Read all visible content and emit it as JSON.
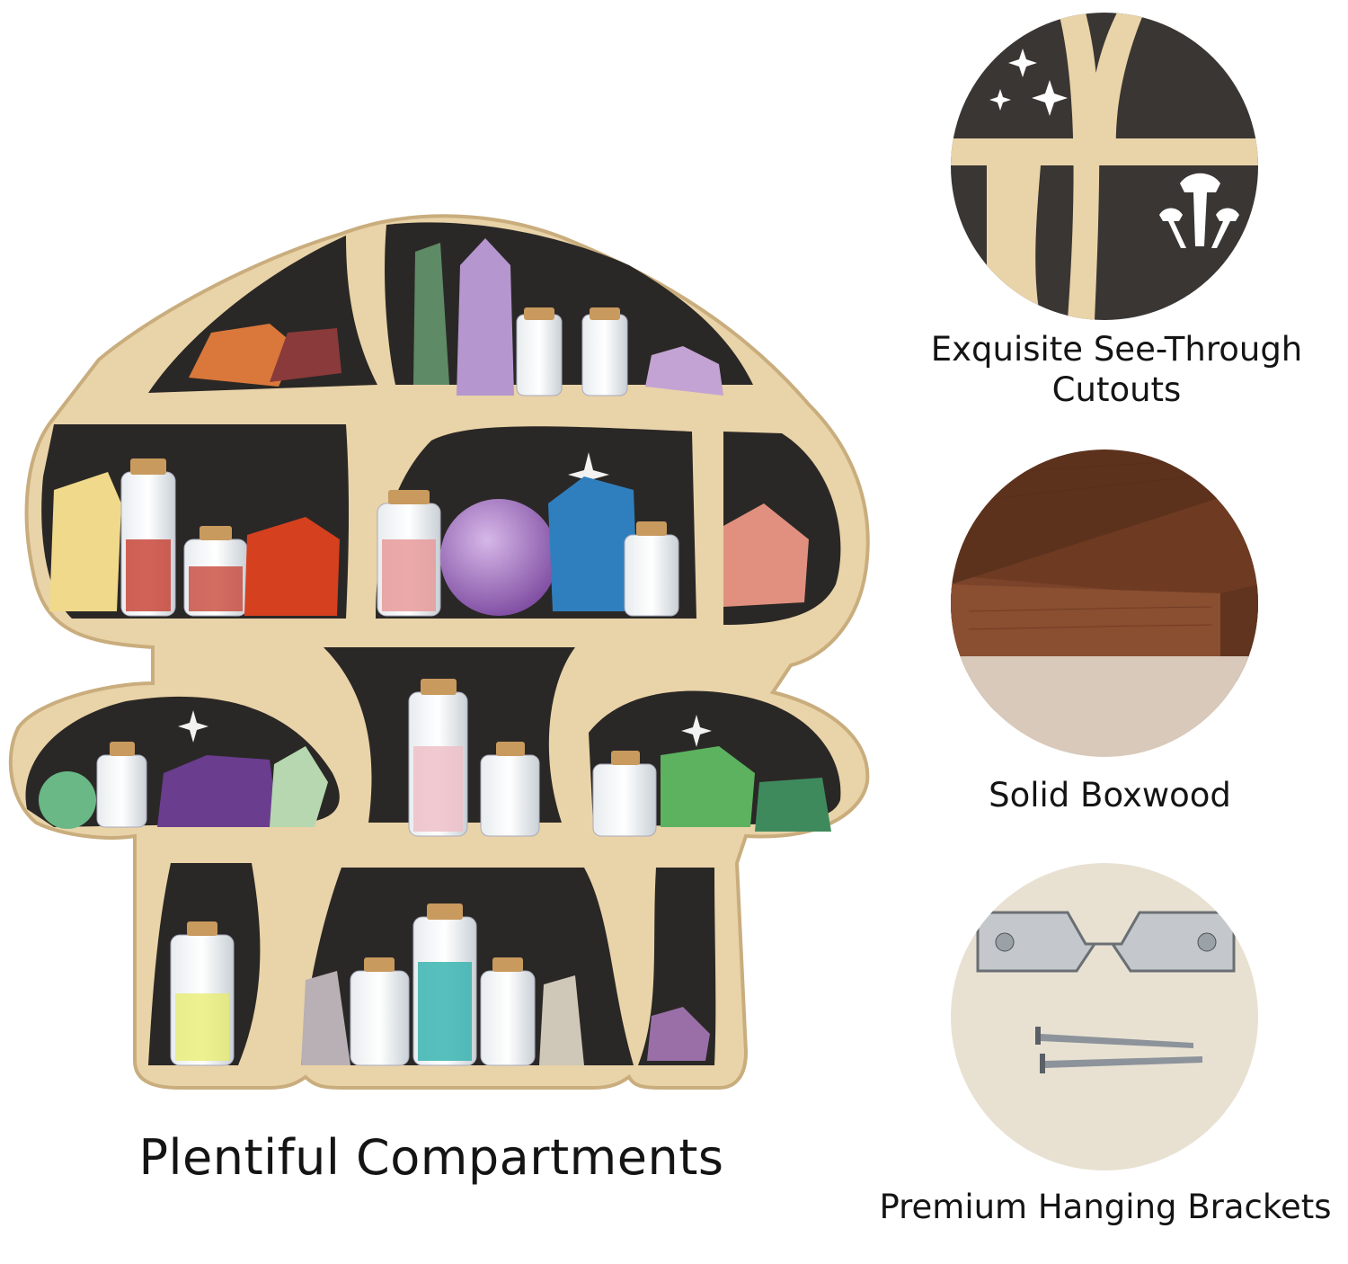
{
  "main_caption": "Plentiful Compartments",
  "features": [
    {
      "caption_line1": "Exquisite See-Through",
      "caption_line2": "Cutouts",
      "icon": "mushroom-cutout-detail"
    },
    {
      "caption_line1": "Solid Boxwood",
      "icon": "wood-grain-sample"
    },
    {
      "caption_line1": "Premium Hanging Brackets",
      "icon": "hanging-bracket-with-nails"
    }
  ],
  "colors": {
    "wood_light": "#e9d3a8",
    "wood_edge": "#c9ad7d",
    "shelf_dark": "#2a2826",
    "walnut": "#6b3a22",
    "background": "#ffffff"
  }
}
